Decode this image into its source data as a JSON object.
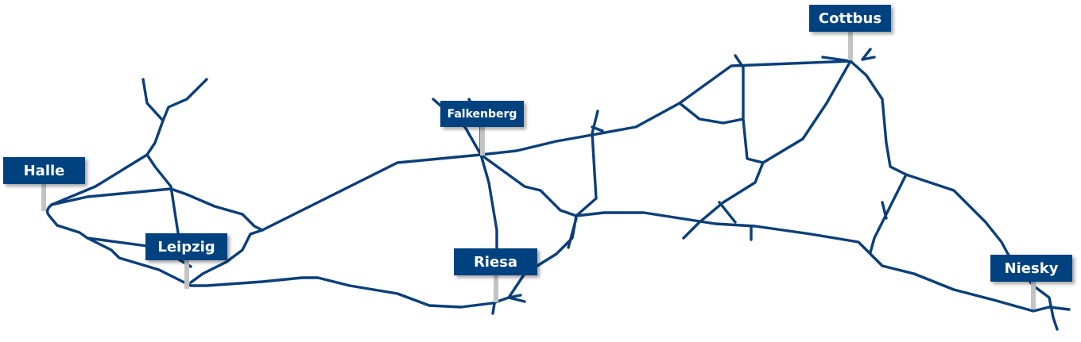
{
  "map": {
    "line_color": "#0b3f7a",
    "label_color": "#00427f",
    "cities": [
      {
        "name": "Halle"
      },
      {
        "name": "Leipzig"
      },
      {
        "name": "Falkenberg"
      },
      {
        "name": "Riesa"
      },
      {
        "name": "Cottbus"
      },
      {
        "name": "Niesky"
      }
    ]
  }
}
